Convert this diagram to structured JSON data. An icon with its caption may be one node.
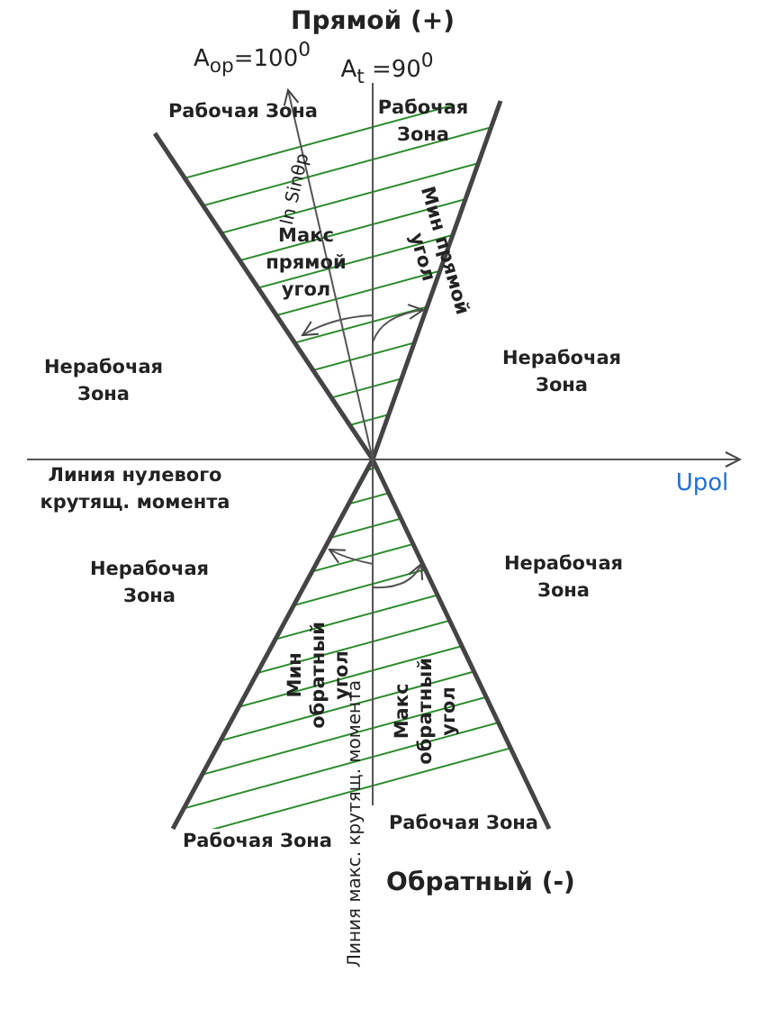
{
  "diagram": {
    "labels": [
      "Прямой (+)",
      "A$_{op}$=100$^{0}$",
      "A$_{t}$ =90$^{0}$",
      "Рабочая Зона",
      "Рабочая Зона",
      "In Sinθp",
      "Макс прямой угол",
      "Мин прямой угол",
      "Нерабочая Зона",
      "Нерабочая Зона",
      "Линия нулевого крутящ. момента",
      "Upol",
      "Нерабочая Зона",
      "Нерабочая Зона",
      "Мин обратный угол",
      "Линия макс. крутящ. момента",
      "Макс обратный угол",
      "Рабочая Зона",
      "Рабочая Зона",
      "Обратный (-)"
    ]
  }
}
